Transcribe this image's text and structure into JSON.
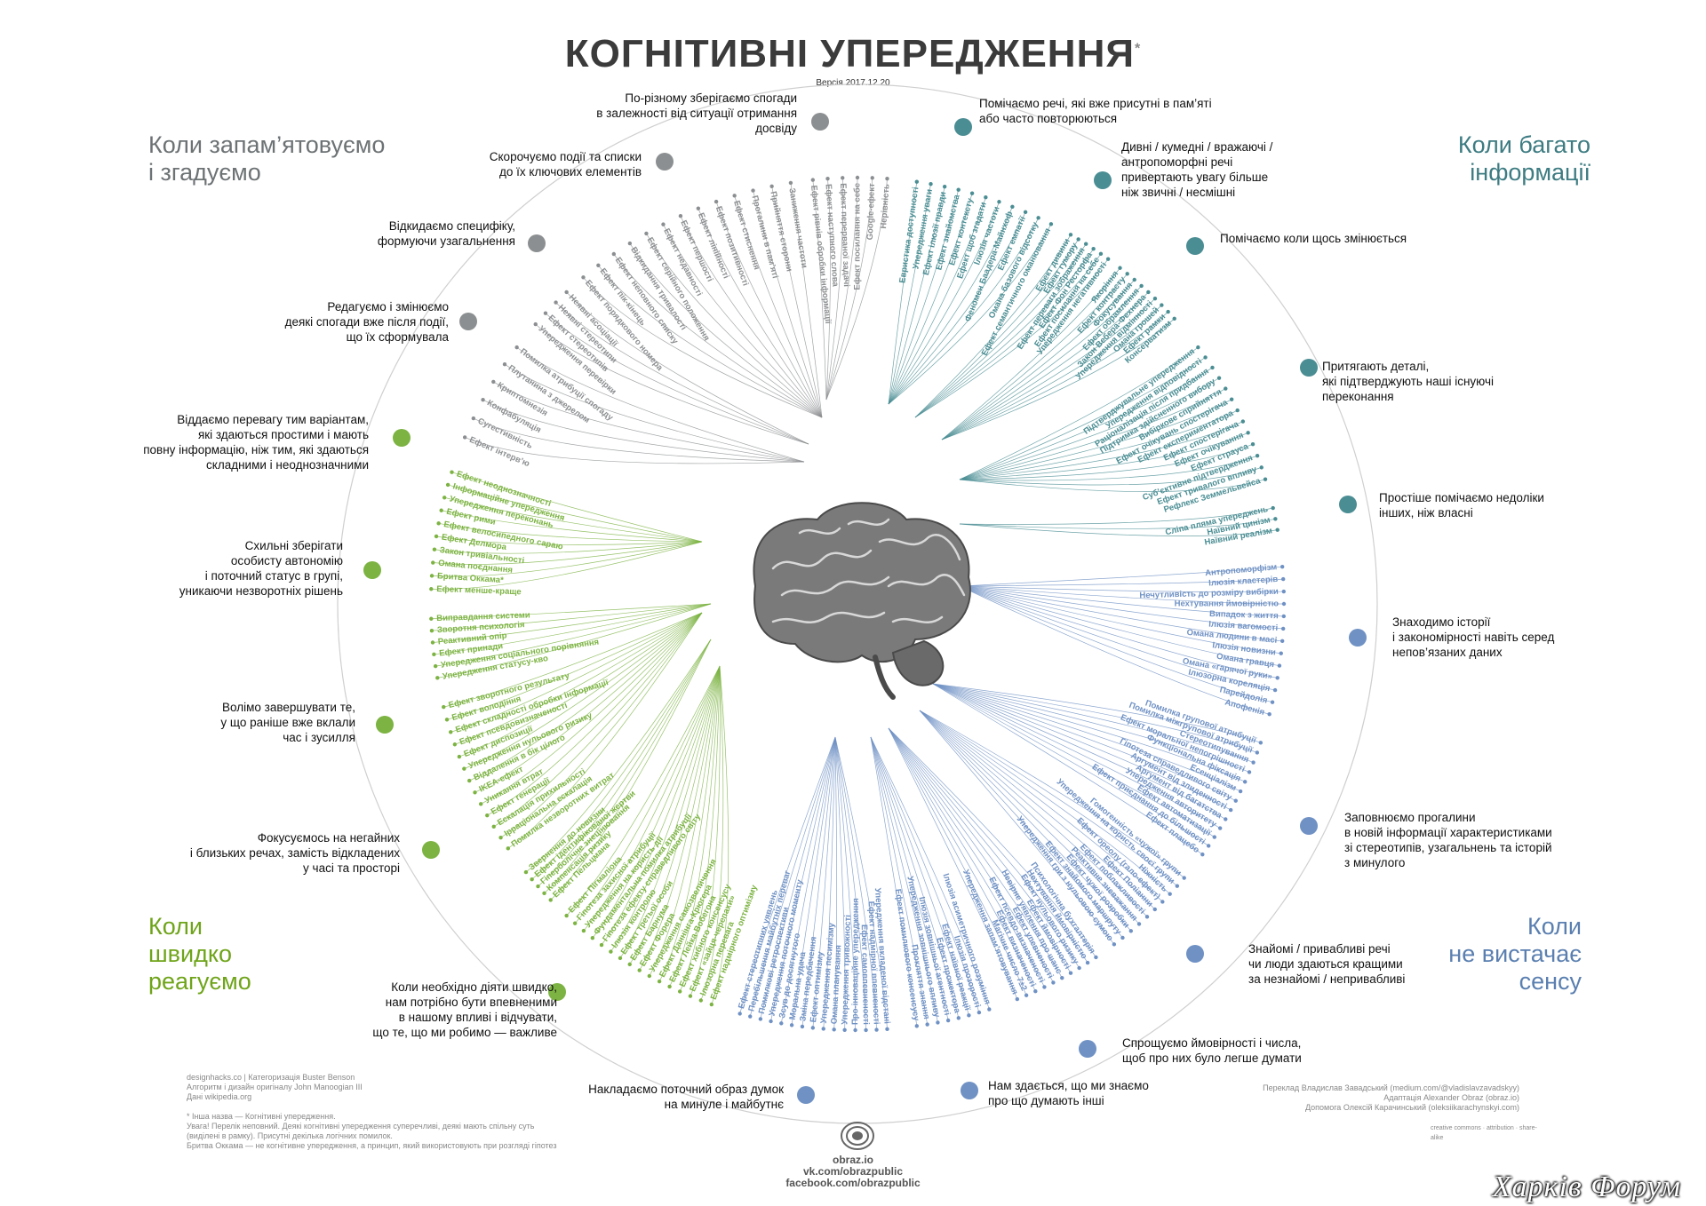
{
  "header": {
    "title": "КОГНІТИВНІ УПЕРЕДЖЕННЯ",
    "title_mark": "*",
    "version": "Версія 2017.12.20"
  },
  "quadrants": {
    "memory": "Коли запам’ятовуємо\nі згадуємо",
    "info": "Коли багато\nінформації",
    "fast": "Коли\nшвидко\nреагуємо",
    "meaning": "Коли\nне вистачає\nсенсу"
  },
  "colors": {
    "memory": "#8c8f91",
    "info": "#4a8d93",
    "fast": "#7cb342",
    "meaning": "#6f91c4",
    "ring": "#cfcfcf"
  },
  "groups": [
    {
      "id": "g1",
      "color": "memory",
      "text": "По-різному зберігаємо спогади\nв залежності від ситуації отримання\nдосвіду",
      "biases": [
        "Ефект рівнів обробки інформації",
        "Ефект наступного слова",
        "Ефект перерваної задачі",
        "Ефект посилання на себе",
        "Google-ефект",
        "Нерівність"
      ]
    },
    {
      "id": "g2",
      "color": "memory",
      "text": "Скорочуємо події та списки\nдо їх ключових елементів",
      "biases": [
        "Ефект порядкового номера",
        "Ефект пік-кінець",
        "Ефект неповного списку",
        "Відкидання тривалості",
        "Ефект серійного положення",
        "Ефект недавності",
        "Ефект першості",
        "Ефект лінійності",
        "Ефект позитивності",
        "Ефект стиснення",
        "Прогалини в пам’яті",
        "Прийняття сторони",
        "Заниження частоти"
      ]
    },
    {
      "id": "g3",
      "color": "memory",
      "text": "Відкидаємо специфіку,\nформуючи узагальнення",
      "biases": [
        "Упередження перевірки",
        "Ефект стереотипів",
        "Неявні стереотипи",
        "Неявні асоціації"
      ]
    },
    {
      "id": "g4",
      "color": "memory",
      "text": "Редагуємо і змінюємо\nдеякі спогади вже після події,\nщо їх сформувала",
      "biases": [
        "Ефект інтерв’ю",
        "Сугестивність",
        "Конфабуляція",
        "Криптомнезія",
        "Плутанина з джерелом",
        "Помилка атрибуції спогаду"
      ]
    },
    {
      "id": "g5",
      "color": "info",
      "text": "Помічаємо речі, які вже присутні в пам’яті\nабо часто повторюються",
      "biases": [
        "Евристика доступності",
        "Упередження уваги",
        "Ефект ілюзії правди",
        "Ефект знайомства",
        "Ефект контексту",
        "Ефект щоб згадати",
        "Ілюзія частоти",
        "Феномен Баадера-Майнхоф",
        "Ефект емпатії",
        "Омана базового відсотку",
        "Ефект семантичного оманювання"
      ]
    },
    {
      "id": "g6",
      "color": "info",
      "text": "Дивні / кумедні / вражаючі /\nантропоморфні речі\nпривертають увагу більше\nніж звичні / несмішні",
      "biases": [
        "Ефект дивини",
        "Ефект гумору",
        "Ефект переваги зображення",
        "Ефект Фон Ресторфа",
        "Ефект посилання на себе",
        "Упередження негативності"
      ]
    },
    {
      "id": "g7",
      "color": "info",
      "text": "Помічаємо коли щось змінюється",
      "biases": [
        "Якоріння",
        "Ефект контрасту",
        "Фокусування",
        "Ефект обрамлення",
        "Закон Вебера-Фехнера",
        "Упередження відмінності",
        "Омана грошей",
        "Ефект рамки",
        "Консерватизм"
      ]
    },
    {
      "id": "g8",
      "color": "info",
      "text": "Притягають деталі,\nякі підтверджують наші існуючі\nпереконання",
      "biases": [
        "Підтверджувальне упередження",
        "Упередження відповідності",
        "Раціоналізація після придбання",
        "Підтримка здійсненного вибору",
        "Вибіркове сприйняття",
        "Ефект очікувань спостерігача",
        "Ефект експериментатора",
        "Ефект спостерігача",
        "Ефект очікування",
        "Ефект страуса",
        "Суб’єктивне підтвердження",
        "Ефект тривалого впливу",
        "Рефлекс Земмельвейса"
      ]
    },
    {
      "id": "g9",
      "color": "info",
      "text": "Простіше помічаємо недоліки\nінших, ніж власні",
      "biases": [
        "Сліпа пляма упереджень",
        "Наївний цинізм",
        "Наївний реалізм"
      ]
    },
    {
      "id": "g10",
      "color": "meaning",
      "text": "Знаходимо історії\nі закономірності навіть серед\nнепов’язаних даних",
      "biases": [
        "Антропоморфізм",
        "Ілюзія кластерів",
        "Нечутливість до розміру вибірки",
        "Нехтування ймовірністю",
        "Випадок з життя",
        "Ілюзія вагомості",
        "Омана людини в масі",
        "Ілюзія новизни",
        "Омана гравця",
        "Омана «гарячої руки»",
        "Ілюзорна кореляція",
        "Парейдолія",
        "Апофенія"
      ]
    },
    {
      "id": "g11",
      "color": "meaning",
      "text": "Заповнюємо прогалини\nв новій інформації характеристиками\nзі стереотипів, узагальнень та історій\nз минулого",
      "biases": [
        "Помилка групової атрибуції",
        "Помилка міжгрупової атрибуції",
        "Стереотипування",
        "Ефект моральної непогрішності",
        "Функціональна фіксація",
        "Есенціалізм",
        "Гіпотеза справедливого світу",
        "Аргумент від злиденності",
        "Аргумент від багатства",
        "Упередження авторитету",
        "Ефект автоматизації",
        "Ефект приєднання до більшості",
        "Ефект плацебо"
      ]
    },
    {
      "id": "g12",
      "color": "meaning",
      "text": "Знайомі / привабливі речі\nчи люди здаються кращими\nза незнайомі / непривабливі",
      "biases": [
        "Гомогенність «чужої» групи",
        "Упередження на користь своєї групи",
        "Ніжність",
        "Ефект ореолу (гало-ефект)",
        "Ефект Поліанни",
        "Ефект поблажливості",
        "Реактивне зневажання",
        "Ефект чужої розробки",
        "Ефект знайомого маршруту",
        "Упередження гри з нульовою сумою"
      ]
    },
    {
      "id": "g13",
      "color": "meaning",
      "text": "Спрощуємо ймовірності і числа,\nщоб про них було легше думати",
      "biases": [
        "Психологічна бухгалтерія",
        "Нехтування ймовірністю",
        "Ефект нульового ризику",
        "Ефект ймовірності",
        "Невірне уявлення про шанс",
        "Ефект упевненості",
        "Ефект псевдо-визначеності",
        "Ефект визначеності",
        "Магічне число 7±2",
        "Упередження запам’ятовування"
      ]
    },
    {
      "id": "g14",
      "color": "meaning",
      "text": "Нам здається, що ми знаємо\nпро що думають інші",
      "biases": [
        "Ілюзія асиметричного розуміння",
        "Ілюзія прозорості",
        "Ефект наївної реакції",
        "Ефект прожектора",
        "Ілюзія зовнішньої агентності",
        "Упередження зовнішнього впливу",
        "Прокляття знання",
        "Ефект помилкового консенсусу"
      ]
    },
    {
      "id": "g15",
      "color": "meaning",
      "text": "Накладаємо поточний образ думок\nна минуле і майбутнє",
      "biases": [
        "Упередження вкладеної відстані",
        "Ефект надмірної впевненості",
        "Ефект самовпевненості",
        "Про-інноваційне упередження",
        "Упередження тривожності",
        "Омана планування",
        "Упередження песимізму",
        "Ефект оптимізму",
        "Зміна передбачення",
        "Моральна удача",
        "Зсув до досягнутого",
        "Упередження поточного моменту",
        "Помилкові ретроспективи",
        "Перебільшення майбутніх переваг",
        "Ефект стереотипних уявлень"
      ]
    },
    {
      "id": "g16",
      "color": "fast",
      "text": "Коли необхідно діяти швидко,\nнам потрібно бути впевненими\nв нашому впливі і відчувати,\nщо те, що ми робимо — важливе",
      "biases": [
        "Ефект надмірного оптимізму",
        "Ілюзорна перевага",
        "Ефект «зайця-черепахи»",
        "Ефект хибного консенсусу",
        "Ефект Лейка-Вобегона",
        "Ефект Даннінга-Крюгера",
        "Упередження самозвеличення",
        "Ефект Форера",
        "Ефект Барнума",
        "Ефект третьої особи",
        "Ілюзія контролю",
        "Гіпотеза ефекту справедливого світу",
        "Фундаментальна помилка атрибуції",
        "Упередження на користь дії",
        "Гіпотеза захисної атрибуції",
        "Ефект Пігмаліона"
      ]
    },
    {
      "id": "g17",
      "color": "fast",
      "text": "Фокусуємось на негайних\nі близьких речах, замість відкладених\nу часі та просторі",
      "biases": [
        "Ефект Пельцмана",
        "Компенсація ризику",
        "Гіперболічне знецінювання",
        "Ефект ідентифікованої жертви",
        "Звернення до новизни"
      ]
    },
    {
      "id": "g18",
      "color": "fast",
      "text": "Волімо завершувати те,\nу що раніше вже вклали\nчас і зусилля",
      "biases": [
        "Помилка незворотних витрат",
        "Ірраціональна ескалація",
        "Ескалація прихильності",
        "Ефект генерації",
        "Уникання втрат",
        "IKEA-ефект",
        "Віддалення в бік цілого",
        "Упередження нульового ризику",
        "Ефект диспозиції",
        "Ефект псевдовизначеності",
        "Ефект складності обробки інформації",
        "Ефект володіння",
        "Ефект зворотного результату"
      ]
    },
    {
      "id": "g19",
      "color": "fast",
      "text": "Схильні зберігати\nособисту автономію\nі поточний статус в групі,\nуникаючи незворотніх рішень",
      "biases": [
        "Упередження статусу-кво",
        "Упередження соціального порівняння",
        "Ефект принади",
        "Реактивний опір",
        "Зворотня психологія",
        "Виправдання системи"
      ]
    },
    {
      "id": "g20",
      "color": "fast",
      "text": "Віддаємо перевагу тим варіантам,\nякі здаються простими і мають\nповну інформацію, ніж тим, які здаються\nскладними і неоднозначними",
      "biases": [
        "Ефект менше-краще",
        "Бритва Оккама*",
        "Омана поєднання",
        "Закон тривіальності",
        "Ефект Делмора",
        "Ефект велосипедного сараю",
        "Ефект рими",
        "Упередження переконань",
        "Інформаційне упередження",
        "Ефект неоднозначності"
      ]
    }
  ],
  "credits_left": "designhacks.co | Категоризація Buster Benson\nАлгоритм і дизайн оригіналу John Manoogian III\nДані wikipedia.org\n\n* Інша назва — Когнітивні упередження.\nУвага! Перелік неповний. Деякі когнітивні упередження суперечливі, деякі мають спільну суть\n(виділені в рамку). Присутні декілька логічних помилок.\nБритва Оккама — не когнітивне упередження, а принцип, який використовують при розгляді гіпотез",
  "credits_right": "Переклад Владислав Завадський (medium.com/@vladislavzavadskyy)\nАдаптація Alexander Obraz (obraz.io)\nДопомога Олексій Карачинський (oleksiikarachynskyi.com)",
  "cc_text": "creative commons · attribution · share-alike",
  "footer": {
    "line1": "obraz.io",
    "line2": "vk.com/obrazpublic",
    "line3": "facebook.com/obrazpublic"
  },
  "watermark": "Харків Форум"
}
